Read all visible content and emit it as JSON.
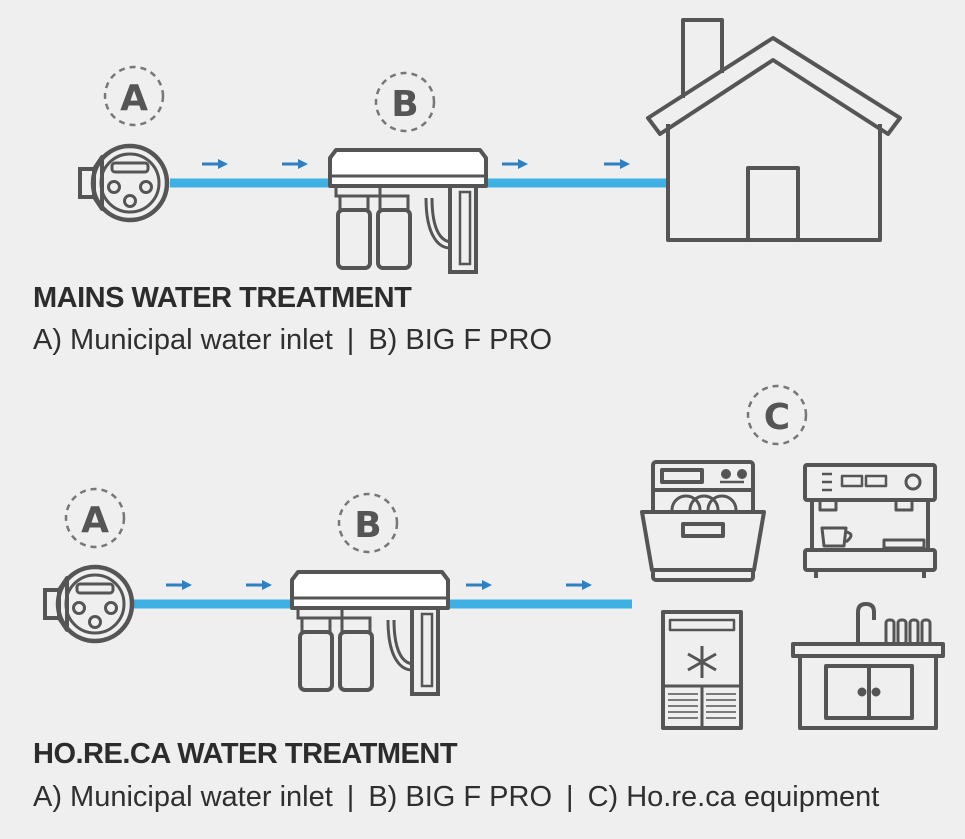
{
  "sections": [
    {
      "title": "MAINS WATER TREATMENT",
      "legend": [
        {
          "label": "A) Municipal water inlet"
        },
        {
          "label": "B) BIG F PRO"
        }
      ],
      "badges": [
        "A",
        "B"
      ]
    },
    {
      "title": "HO.RE.CA WATER TREATMENT",
      "legend": [
        {
          "label": "A) Municipal water inlet"
        },
        {
          "label": "B) BIG F PRO"
        },
        {
          "label": "C) Ho.re.ca equipment"
        }
      ],
      "badges": [
        "A",
        "B",
        "C"
      ]
    }
  ],
  "separator": "|",
  "colors": {
    "pipe": "#3fb0e3",
    "arrow": "#2f7fc1",
    "line": "#555555",
    "background": "#efefef"
  },
  "icons": [
    "water-meter-icon",
    "filter-unit-icon",
    "house-icon",
    "dishwasher-icon",
    "coffee-machine-icon",
    "freezer-icon",
    "sink-icon"
  ]
}
